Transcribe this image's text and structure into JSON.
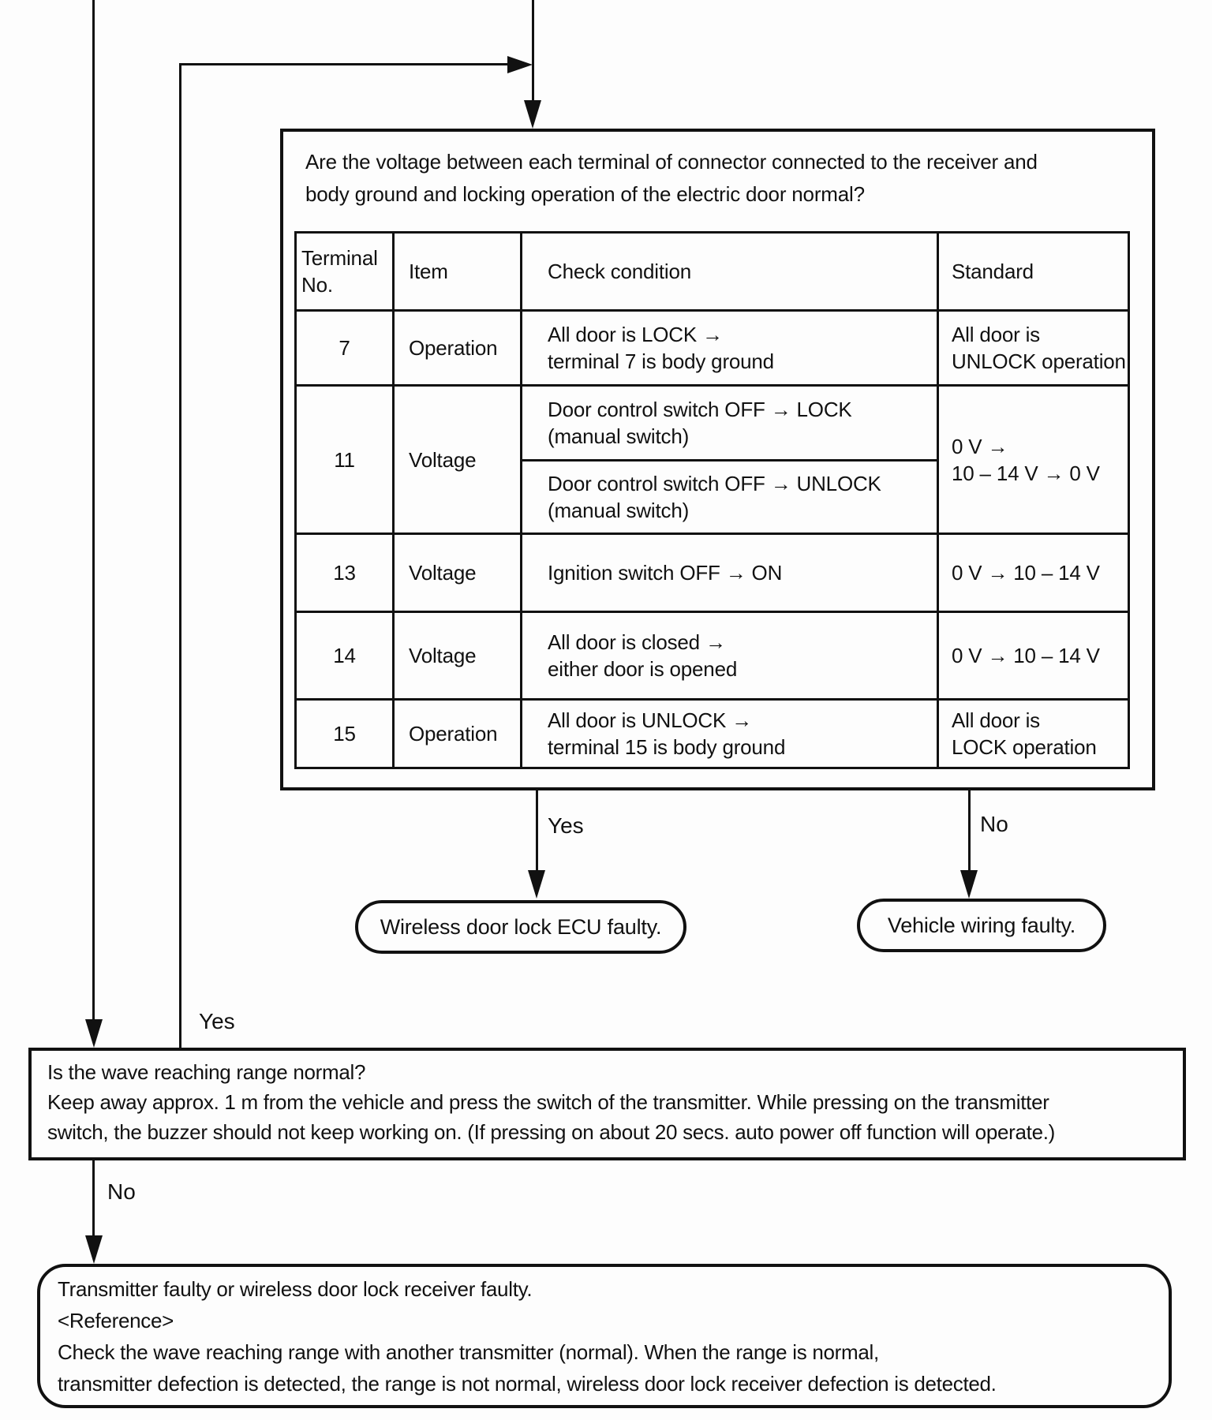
{
  "labels": {
    "loop_yes": "Yes",
    "branch_yes": "Yes",
    "branch_no": "No",
    "wave_no": "No"
  },
  "question_box": {
    "question": "Are the voltage between each terminal of connector connected to the receiver and\nbody ground and locking operation of the electric door normal?",
    "table": {
      "headers": {
        "terminal_no": "Terminal\nNo.",
        "item": "Item",
        "check_condition": "Check condition",
        "standard": "Standard"
      },
      "rows": [
        {
          "terminal_no": "7",
          "item": "Operation",
          "check_condition": "All door is LOCK →\nterminal 7 is body ground",
          "standard": "All door is\nUNLOCK operation"
        },
        {
          "terminal_no": "11",
          "item": "Voltage",
          "check_condition_1": "Door control switch OFF → LOCK\n(manual switch)",
          "check_condition_2": "Door control switch OFF → UNLOCK\n(manual switch)",
          "standard": "0 V →\n10 – 14 V → 0 V"
        },
        {
          "terminal_no": "13",
          "item": "Voltage",
          "check_condition": "Ignition switch OFF → ON",
          "standard": "0 V → 10 – 14 V"
        },
        {
          "terminal_no": "14",
          "item": "Voltage",
          "check_condition": "All door is closed →\neither door is opened",
          "standard": "0 V → 10 – 14 V"
        },
        {
          "terminal_no": "15",
          "item": "Operation",
          "check_condition": "All door is UNLOCK →\nterminal 15 is body ground",
          "standard": "All door is\nLOCK operation"
        }
      ]
    }
  },
  "terminals": {
    "ecu_faulty": "Wireless door lock ECU faulty.",
    "wiring_faulty": "Vehicle wiring faulty."
  },
  "wave_box": {
    "text": "Is the wave reaching range normal?\nKeep away approx. 1 m from the vehicle and press the switch of the transmitter. While pressing on the transmitter\nswitch, the buzzer should not keep working on. (If pressing on about 20 secs. auto power off function will operate.)"
  },
  "result_box": {
    "text": "Transmitter faulty or wireless door lock receiver faulty.\n<Reference>\nCheck the wave reaching range with another transmitter (normal). When the range is normal,\ntransmitter defection is detected, the range is not normal, wireless door lock receiver defection is detected."
  }
}
